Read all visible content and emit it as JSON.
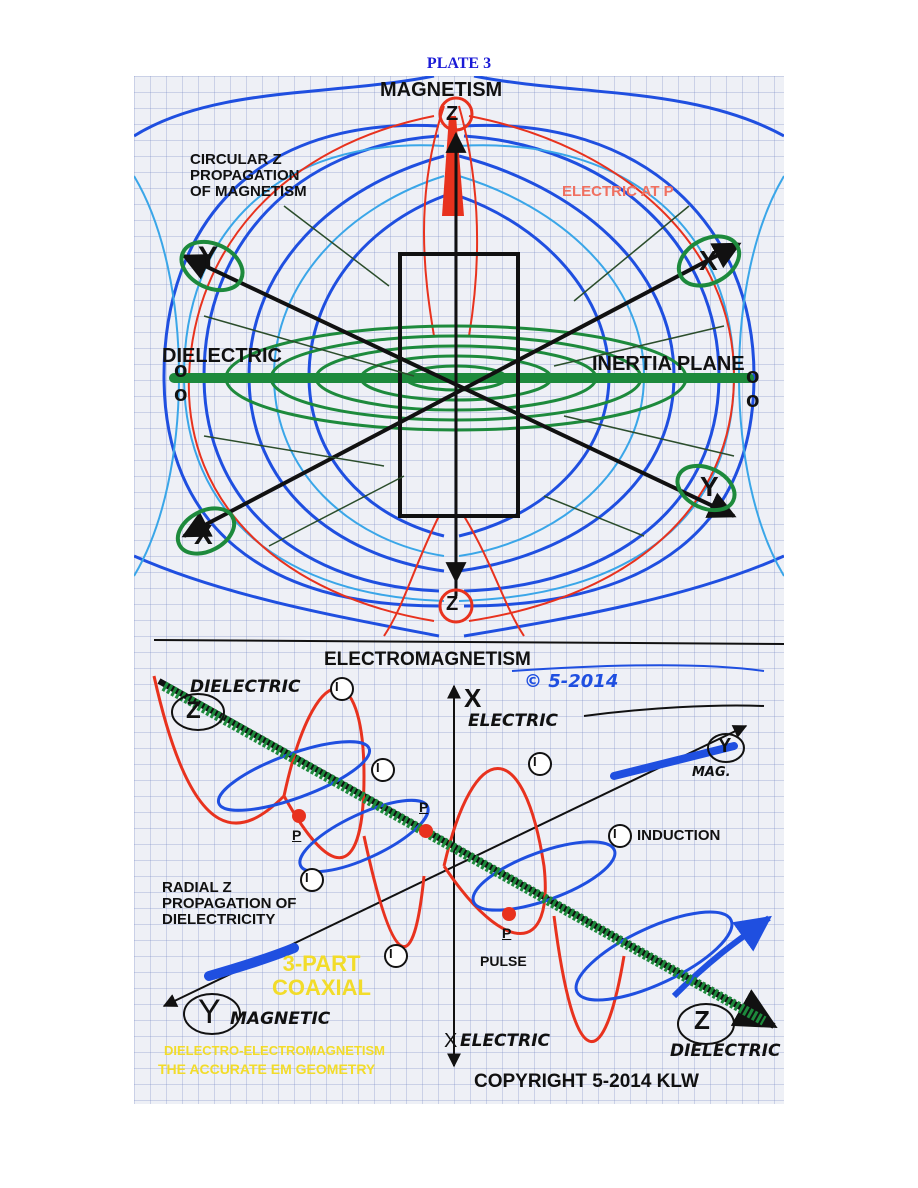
{
  "plate_title": "PLATE 3",
  "colors": {
    "magnetic_blue": "#1f4fe0",
    "light_blue": "#3aa6e8",
    "electric_red": "#e8321e",
    "dielectric_green": "#1d8a3c",
    "axis_black": "#111111",
    "yellow_text": "#f2dc2a",
    "grid": "#8fa0cc"
  },
  "top_diagram": {
    "title": "MAGNETISM",
    "axis_top": "Z",
    "axis_bottom": "Z",
    "circular_z_label": "CIRCULAR Z\nPROPAGATION\nOF MAGNETISM",
    "electric_at_p": "ELECTRIC AT P",
    "dielectric_label": "DIELECTRIC",
    "inertia_plane_label": "INERTIA PLANE",
    "y_upper_left": "Y",
    "x_upper_right": "X",
    "y_lower_right": "Y",
    "x_lower_left": "X",
    "o_left": [
      "o",
      "o"
    ],
    "o_right": [
      "o",
      "o"
    ],
    "field_icon": "magnet-field-icon"
  },
  "bottom_diagram": {
    "title": "ELECTROMAGNETISM",
    "copyright_hand": "© 5-2014",
    "dielectric_hand": "DIELECTRIC",
    "z_left": "Z",
    "x_top": "X",
    "electric_top": "ELECTRIC",
    "y_right": "Y",
    "mag_label": "MAG.",
    "i_marker": "I",
    "p_marker": "P",
    "induction_label": "INDUCTION",
    "radial_label": "RADIAL Z\nPROPAGATION OF\nDIELECTRICITY",
    "pulse_label": "PULSE",
    "coaxial_label": "3-PART\nCOAXIAL",
    "y_left": "Y",
    "magnetic_hand": "MAGNETIC",
    "x_bottom": "X",
    "electric_bottom": "ELECTRIC",
    "z_right": "Z",
    "dielectric_bottom": "DIELECTRIC",
    "dem_label": "DIELECTRO-ELECTROMAGNETISM",
    "accurate_label": "THE ACCURATE EM GEOMETRY",
    "copyright_label": "COPYRIGHT 5-2014 KLW"
  }
}
